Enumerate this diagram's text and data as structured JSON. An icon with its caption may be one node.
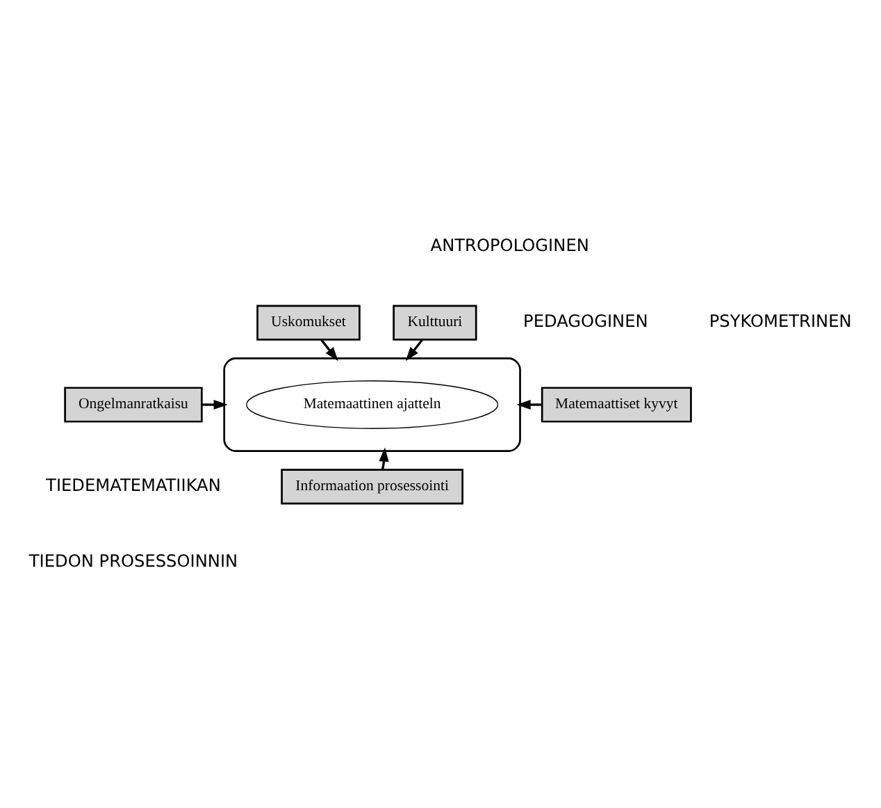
{
  "diagram": {
    "nodes": [
      {
        "text": [],
        "shape": "pentagon"
      },
      {
        "text": [
          "Matemaattinen ajatteln"
        ],
        "in": 0
      },
      {
        "text": [
          "Uskomukset"
        ]
      },
      {
        "text": [
          "Kulttuuri"
        ]
      },
      {
        "text": [
          "Ongelmanratkaisu"
        ]
      },
      {
        "text": [
          "Matemaattiset kyvyt"
        ]
      },
      {
        "text": [
          "Informaation prosessointi"
        ]
      }
    ],
    "edges": [
      {
        "from": 2,
        "to": 0,
        "arrow": "to"
      },
      {
        "from": 3,
        "to": 0,
        "arrow": "to"
      },
      {
        "from": 4,
        "to": 0,
        "arrow": "to"
      },
      {
        "from": 5,
        "to": 0,
        "arrow": "to"
      },
      {
        "from": 6,
        "to": 0,
        "arrow": "to"
      }
    ],
    "labels": [
      "ANTROPOLOGINEN",
      "PEDAGOGINEN",
      "PSYKOMETRINEN",
      "TIEDEMATEMATIIKAN",
      "TIEDON PROSESSOINNIN"
    ]
  }
}
